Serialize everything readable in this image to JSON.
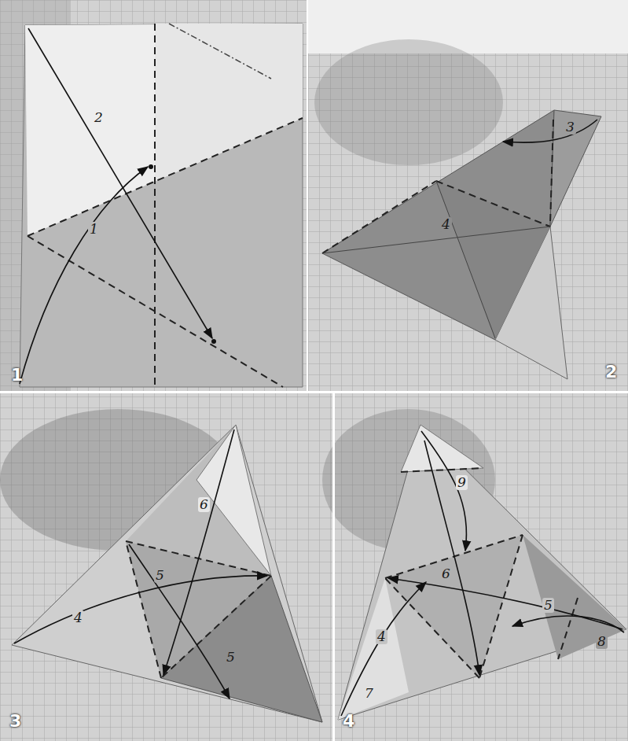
{
  "diagram": {
    "labels": [
      "1",
      "2",
      "3",
      "4",
      "2",
      "1",
      "3",
      "4",
      "6",
      "4",
      "5",
      "5",
      "9",
      "6",
      "4",
      "7",
      "5",
      "8"
    ]
  }
}
